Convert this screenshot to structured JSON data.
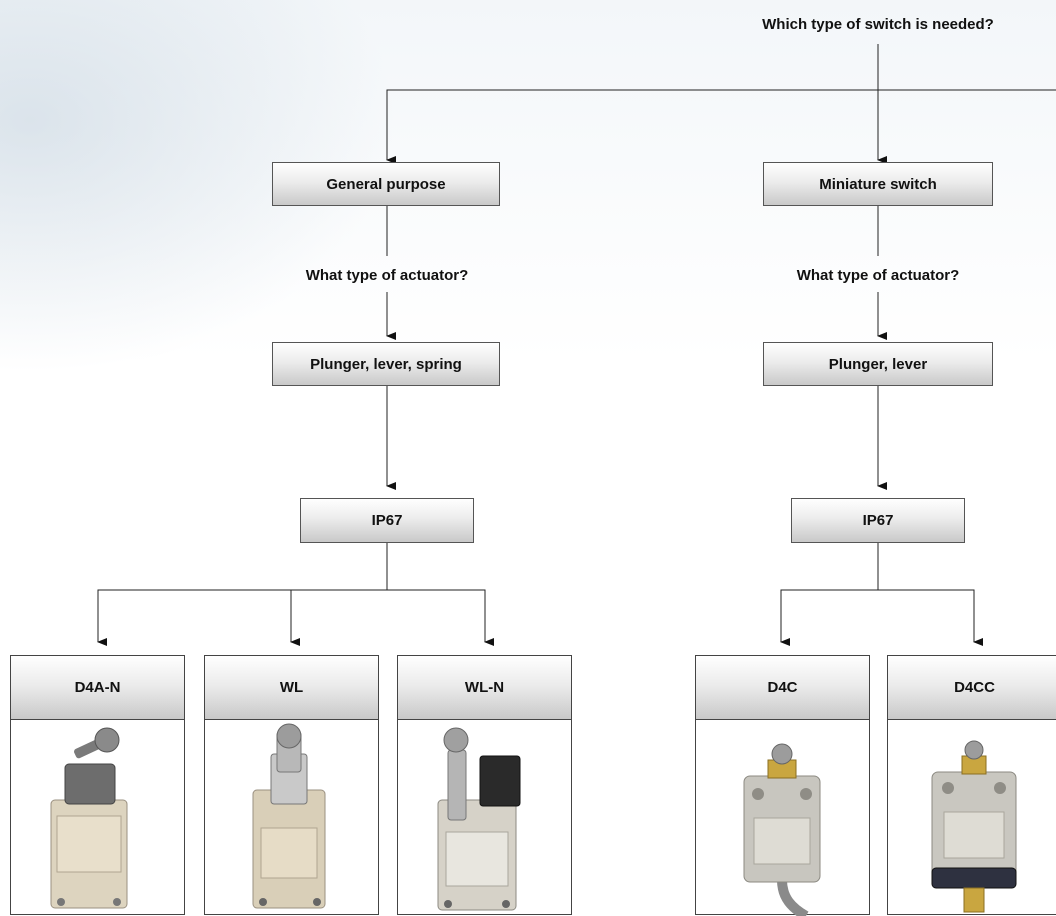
{
  "diagram": {
    "root_question": "Which type of switch is needed?",
    "branches": [
      {
        "category": "General purpose",
        "actuator_question": "What type of actuator?",
        "actuator": "Plunger, lever, spring",
        "protection": "IP67",
        "products": [
          "D4A-N",
          "WL",
          "WL-N"
        ]
      },
      {
        "category": "Miniature switch",
        "actuator_question": "What type of actuator?",
        "actuator": "Plunger, lever",
        "protection": "IP67",
        "products": [
          "D4C",
          "D4CC"
        ]
      }
    ]
  }
}
